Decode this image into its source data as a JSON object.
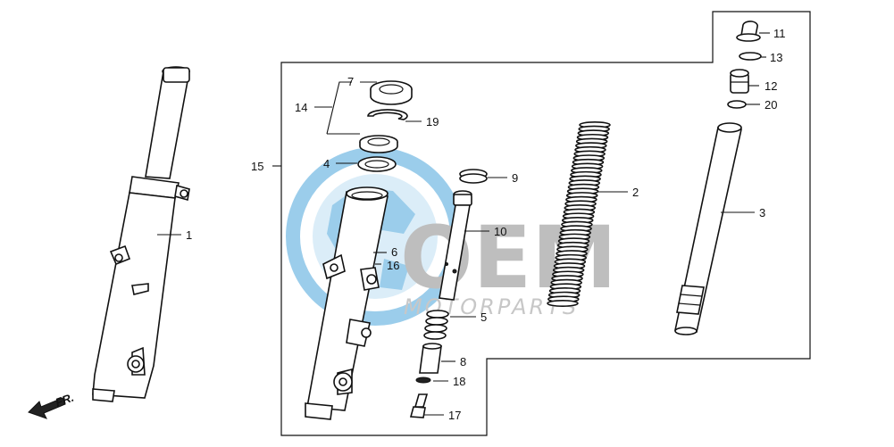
{
  "callouts": {
    "c1": "1",
    "c2": "2",
    "c3": "3",
    "c4": "4",
    "c5": "5",
    "c6": "6",
    "c7": "7",
    "c8": "8",
    "c9": "9",
    "c10": "10",
    "c11": "11",
    "c12": "12",
    "c13": "13",
    "c14": "14",
    "c15": "15",
    "c16": "16",
    "c17": "17",
    "c18": "18",
    "c19": "19",
    "c20": "20"
  },
  "direction_label": "FR.",
  "watermark": {
    "logo_text": "OEM",
    "sub_text": "MOTORPARTS",
    "globe_color": "#4aa6dc"
  }
}
